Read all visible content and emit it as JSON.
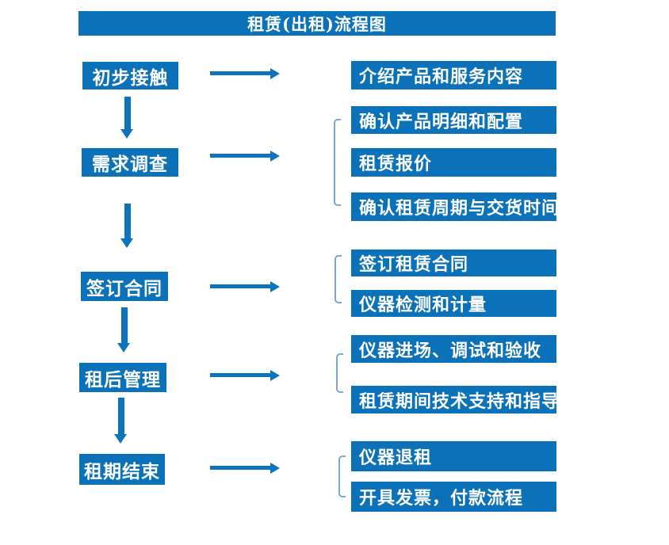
{
  "title": "租赁(出租)流程图",
  "colors": {
    "box_blue": "#0b71b8",
    "arrow_blue": "#0d73bc",
    "bracket_blue": "#7ca6d8",
    "text_white": "#ffffff"
  },
  "flowchart": {
    "steps": [
      {
        "label": "初步接触"
      },
      {
        "label": "需求调查"
      },
      {
        "label": "签订合同"
      },
      {
        "label": "租后管理"
      },
      {
        "label": "租期结束"
      }
    ],
    "details": [
      {
        "label": "介绍产品和服务内容"
      },
      {
        "label": "确认产品明细和配置"
      },
      {
        "label": "租赁报价"
      },
      {
        "label": "确认租赁周期与交货时间"
      },
      {
        "label": "签订租赁合同"
      },
      {
        "label": "仪器检测和计量"
      },
      {
        "label": "仪器进场、调试和验收"
      },
      {
        "label": "租赁期间技术支持和指导"
      },
      {
        "label": "仪器退租"
      },
      {
        "label": "开具发票，付款流程"
      }
    ]
  }
}
